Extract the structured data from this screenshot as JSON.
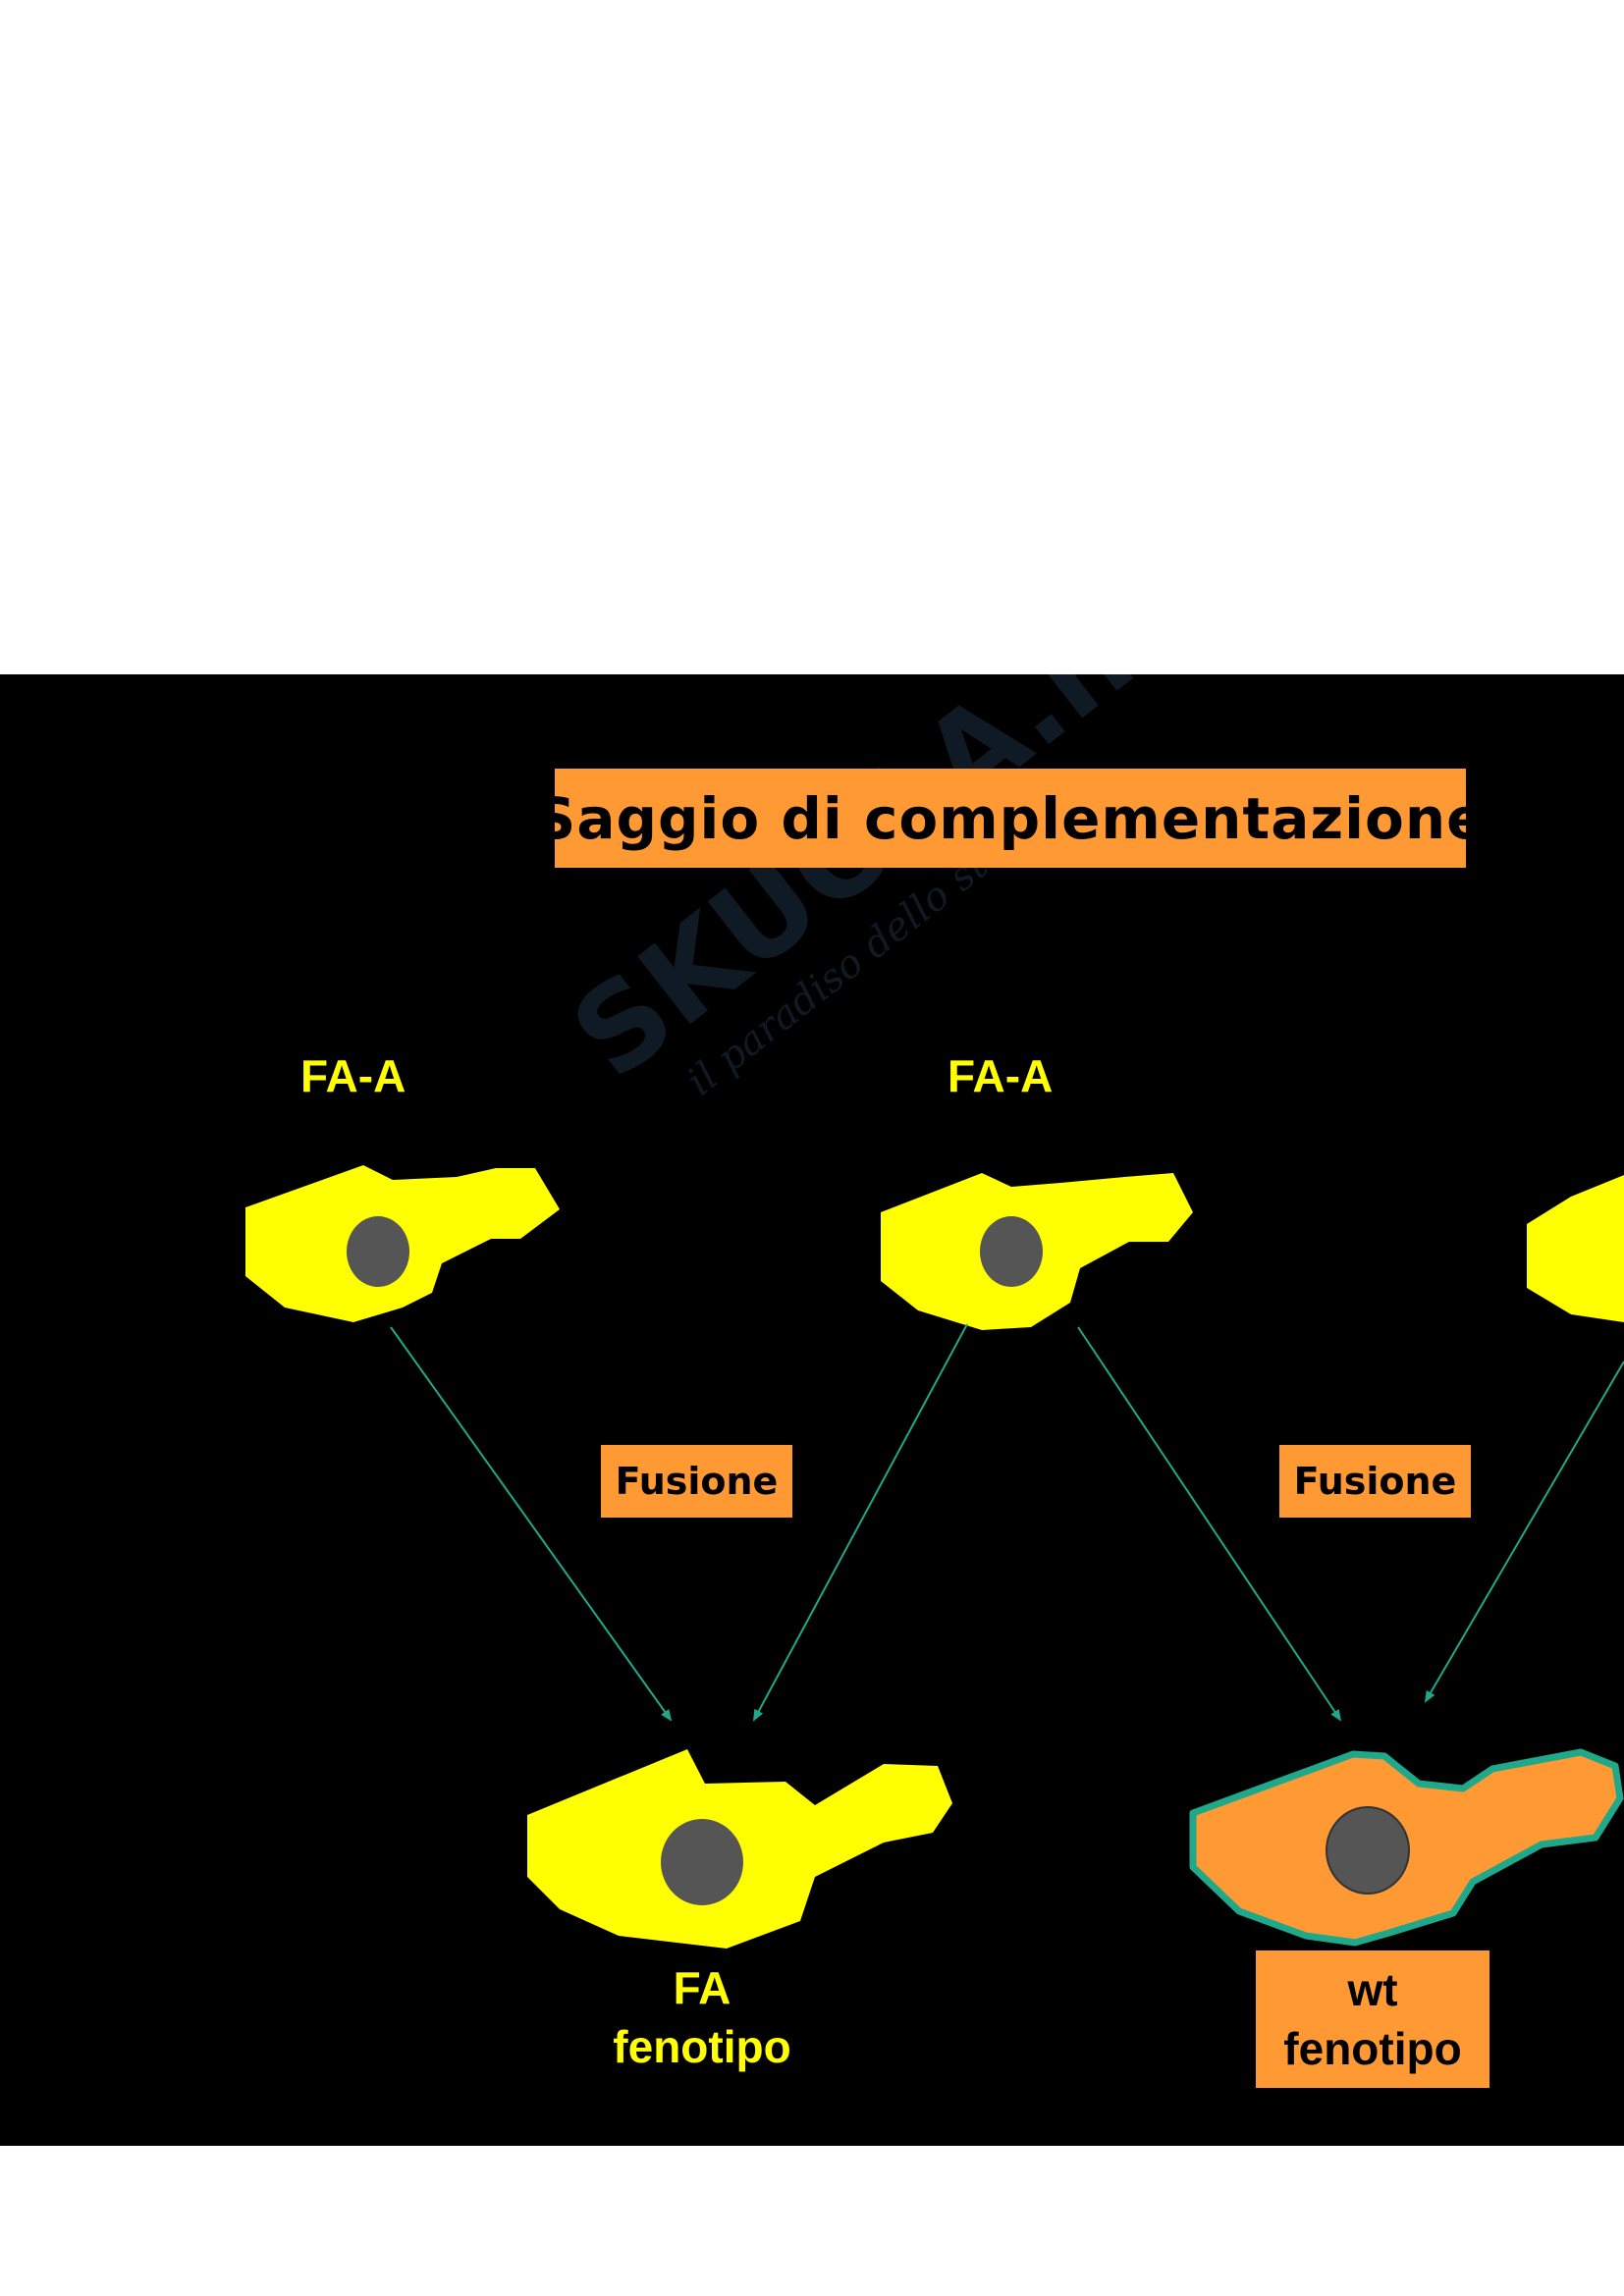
{
  "slide": {
    "title": "Saggio di complementazione",
    "cells": [
      {
        "label": "FA-A"
      },
      {
        "label": "FA-A"
      }
    ],
    "fusions": [
      {
        "label": "Fusione"
      },
      {
        "label": "Fusione"
      }
    ],
    "results": [
      {
        "line1": "FA",
        "line2": "fenotipo"
      },
      {
        "line1": "wt",
        "line2": "fenotipo"
      }
    ],
    "watermark": {
      "main": "SKUOLA.net",
      "sub": "il paradiso dello studente"
    }
  },
  "colors": {
    "background": "#000000",
    "cell_mutant": "#ffff00",
    "cell_wt": "#ff9933",
    "nucleus": "#555555",
    "arrow": "#1fa88a",
    "label_box": "#ff9933",
    "label_text": "#ffff00"
  }
}
